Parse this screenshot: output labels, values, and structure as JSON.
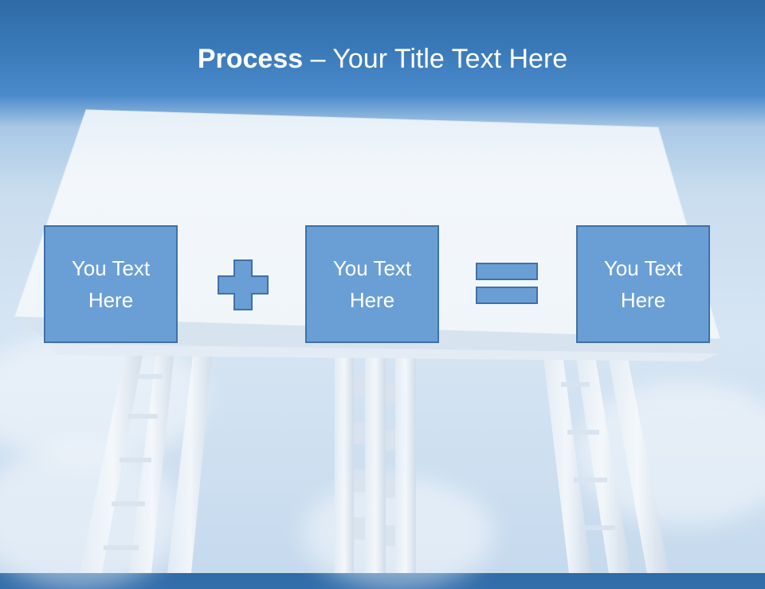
{
  "title": {
    "bold": "Process",
    "rest": " – Your Title Text Here"
  },
  "boxes": [
    {
      "line1": "You Text",
      "line2": "Here"
    },
    {
      "line1": "You Text",
      "line2": "Here"
    },
    {
      "line1": "You Text",
      "line2": "Here"
    }
  ],
  "icons": {
    "operator1": "plus-icon",
    "operator2": "equals-icon"
  },
  "colors": {
    "box_fill": "#6a9fd6",
    "box_border": "#3f71a8",
    "title_bar": "#3a79b8",
    "title_text": "#ffffff"
  }
}
